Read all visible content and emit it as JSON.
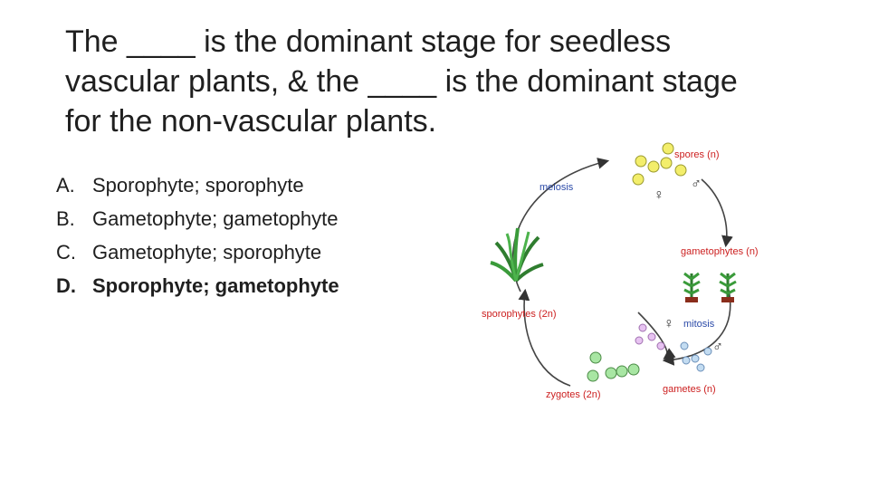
{
  "question": {
    "line1": "The ____ is the dominant stage for seedless",
    "line2": "vascular plants, & the ____ is the dominant stage",
    "line3": "for the non-vascular plants."
  },
  "options": [
    {
      "letter": "A.",
      "text": "Sporophyte; sporophyte",
      "bold": false
    },
    {
      "letter": "B.",
      "text": "Gametophyte; gametophyte",
      "bold": false
    },
    {
      "letter": "C.",
      "text": "Gametophyte; sporophyte",
      "bold": false
    },
    {
      "letter": "D.",
      "text": "Sporophyte; gametophyte",
      "bold": true
    }
  ],
  "diagram": {
    "meiosis": "meiosis",
    "spores": "spores (n)",
    "gametophytes": "gametophytes (n)",
    "mitosis": "mitosis",
    "sporophytes": "sporophytes (2n)",
    "zygotes": "zygotes (2n)",
    "gametes": "gametes (n)",
    "female_symbol": "♀",
    "male_symbol": "♂"
  },
  "colors": {
    "spore": "#f3ee6b",
    "zygote": "#a8e6a3",
    "gamete_female": "#e7c3f1",
    "gamete_male": "#c3dcf1",
    "label_red": "#cc1f1f",
    "label_blue": "#2b4aa8"
  }
}
